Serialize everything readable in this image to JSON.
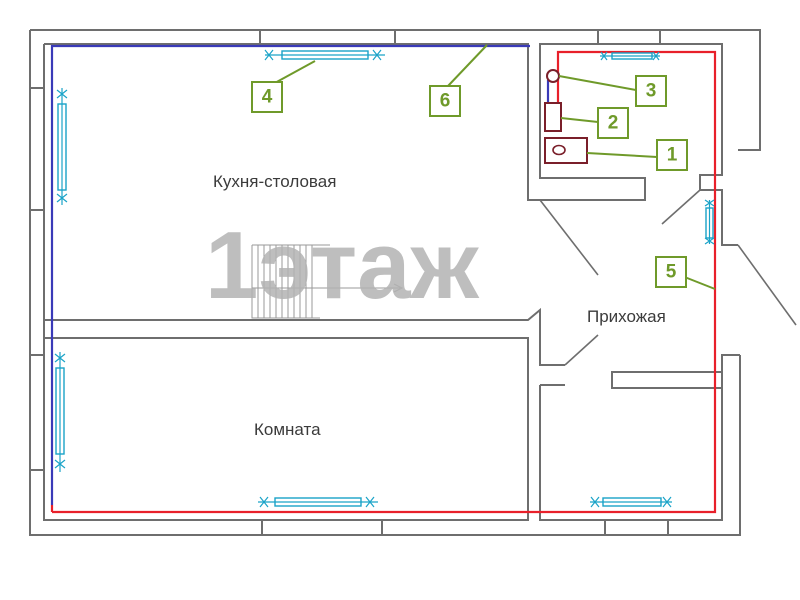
{
  "rooms": {
    "kitchen": "Кухня-столовая",
    "hall": "Прихожая",
    "room": "Комната"
  },
  "floor_label": "1этаж",
  "callouts": [
    "1",
    "2",
    "3",
    "4",
    "5",
    "6"
  ],
  "colors": {
    "supply_pipe": "#e8202a",
    "return_pipe": "#3a3ab8",
    "radiator": "#1aa3c8",
    "callout": "#6f9a2a",
    "walls": "#6e6e6e"
  }
}
